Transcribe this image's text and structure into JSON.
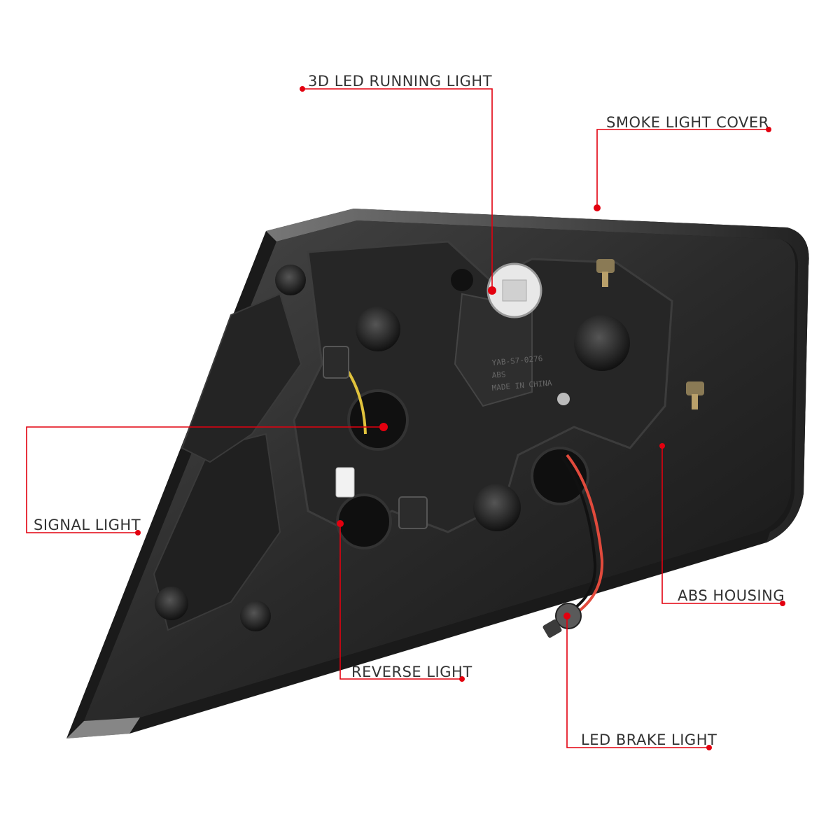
{
  "colors": {
    "callout_line": "#e3000f",
    "callout_dot": "#e3000f",
    "label_text": "#333333",
    "background": "#ffffff",
    "housing_dark": "#1d1d1d",
    "housing_mid": "#3a3a3a"
  },
  "callouts": [
    {
      "id": "running_light",
      "label": "3D LED RUNNING LIGHT"
    },
    {
      "id": "smoke_cover",
      "label": "SMOKE LIGHT COVER"
    },
    {
      "id": "signal_light",
      "label": "SIGNAL LIGHT"
    },
    {
      "id": "abs_housing",
      "label": "ABS HOUSING"
    },
    {
      "id": "reverse_light",
      "label": "REVERSE LIGHT"
    },
    {
      "id": "brake_light",
      "label": "LED BRAKE LIGHT"
    }
  ],
  "housing_markings": [
    "YAB-S7-0276",
    "ABS",
    "MADE IN CHINA"
  ]
}
